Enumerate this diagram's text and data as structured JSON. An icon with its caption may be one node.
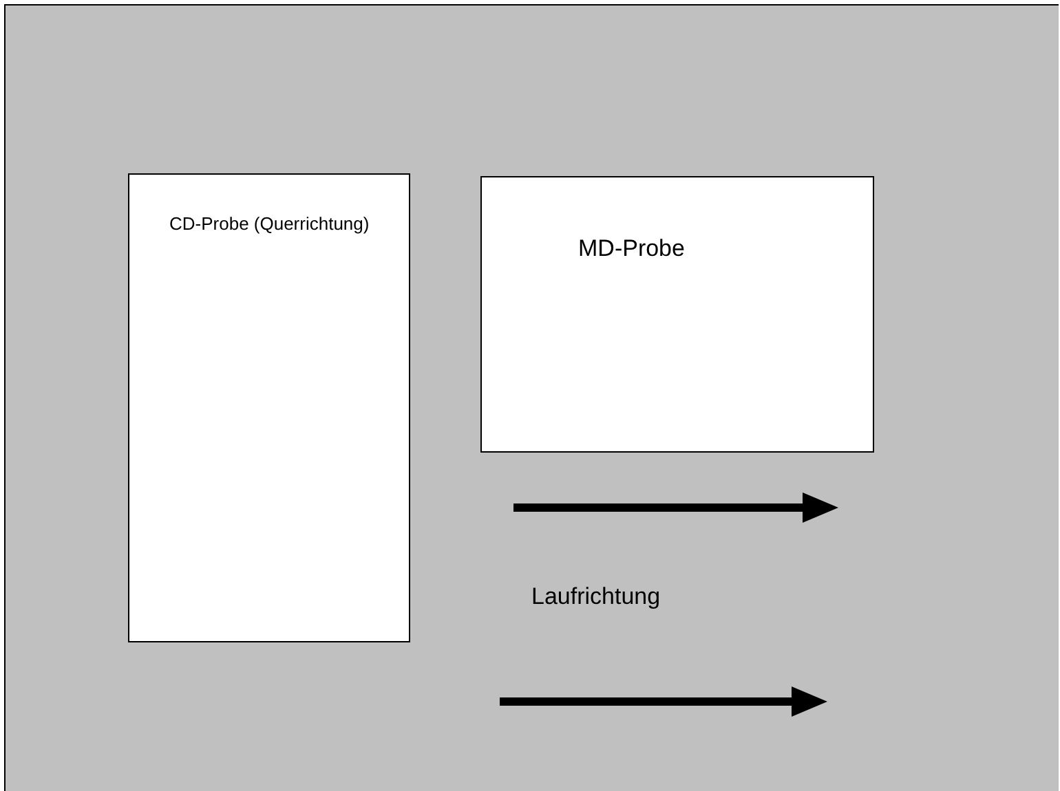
{
  "diagram": {
    "nodes": [
      {
        "text": [
          "CD-Probe (Querrichtung)"
        ]
      },
      {
        "text": [
          "MD-Probe"
        ]
      }
    ],
    "labels": [
      "Laufrichtung"
    ]
  }
}
